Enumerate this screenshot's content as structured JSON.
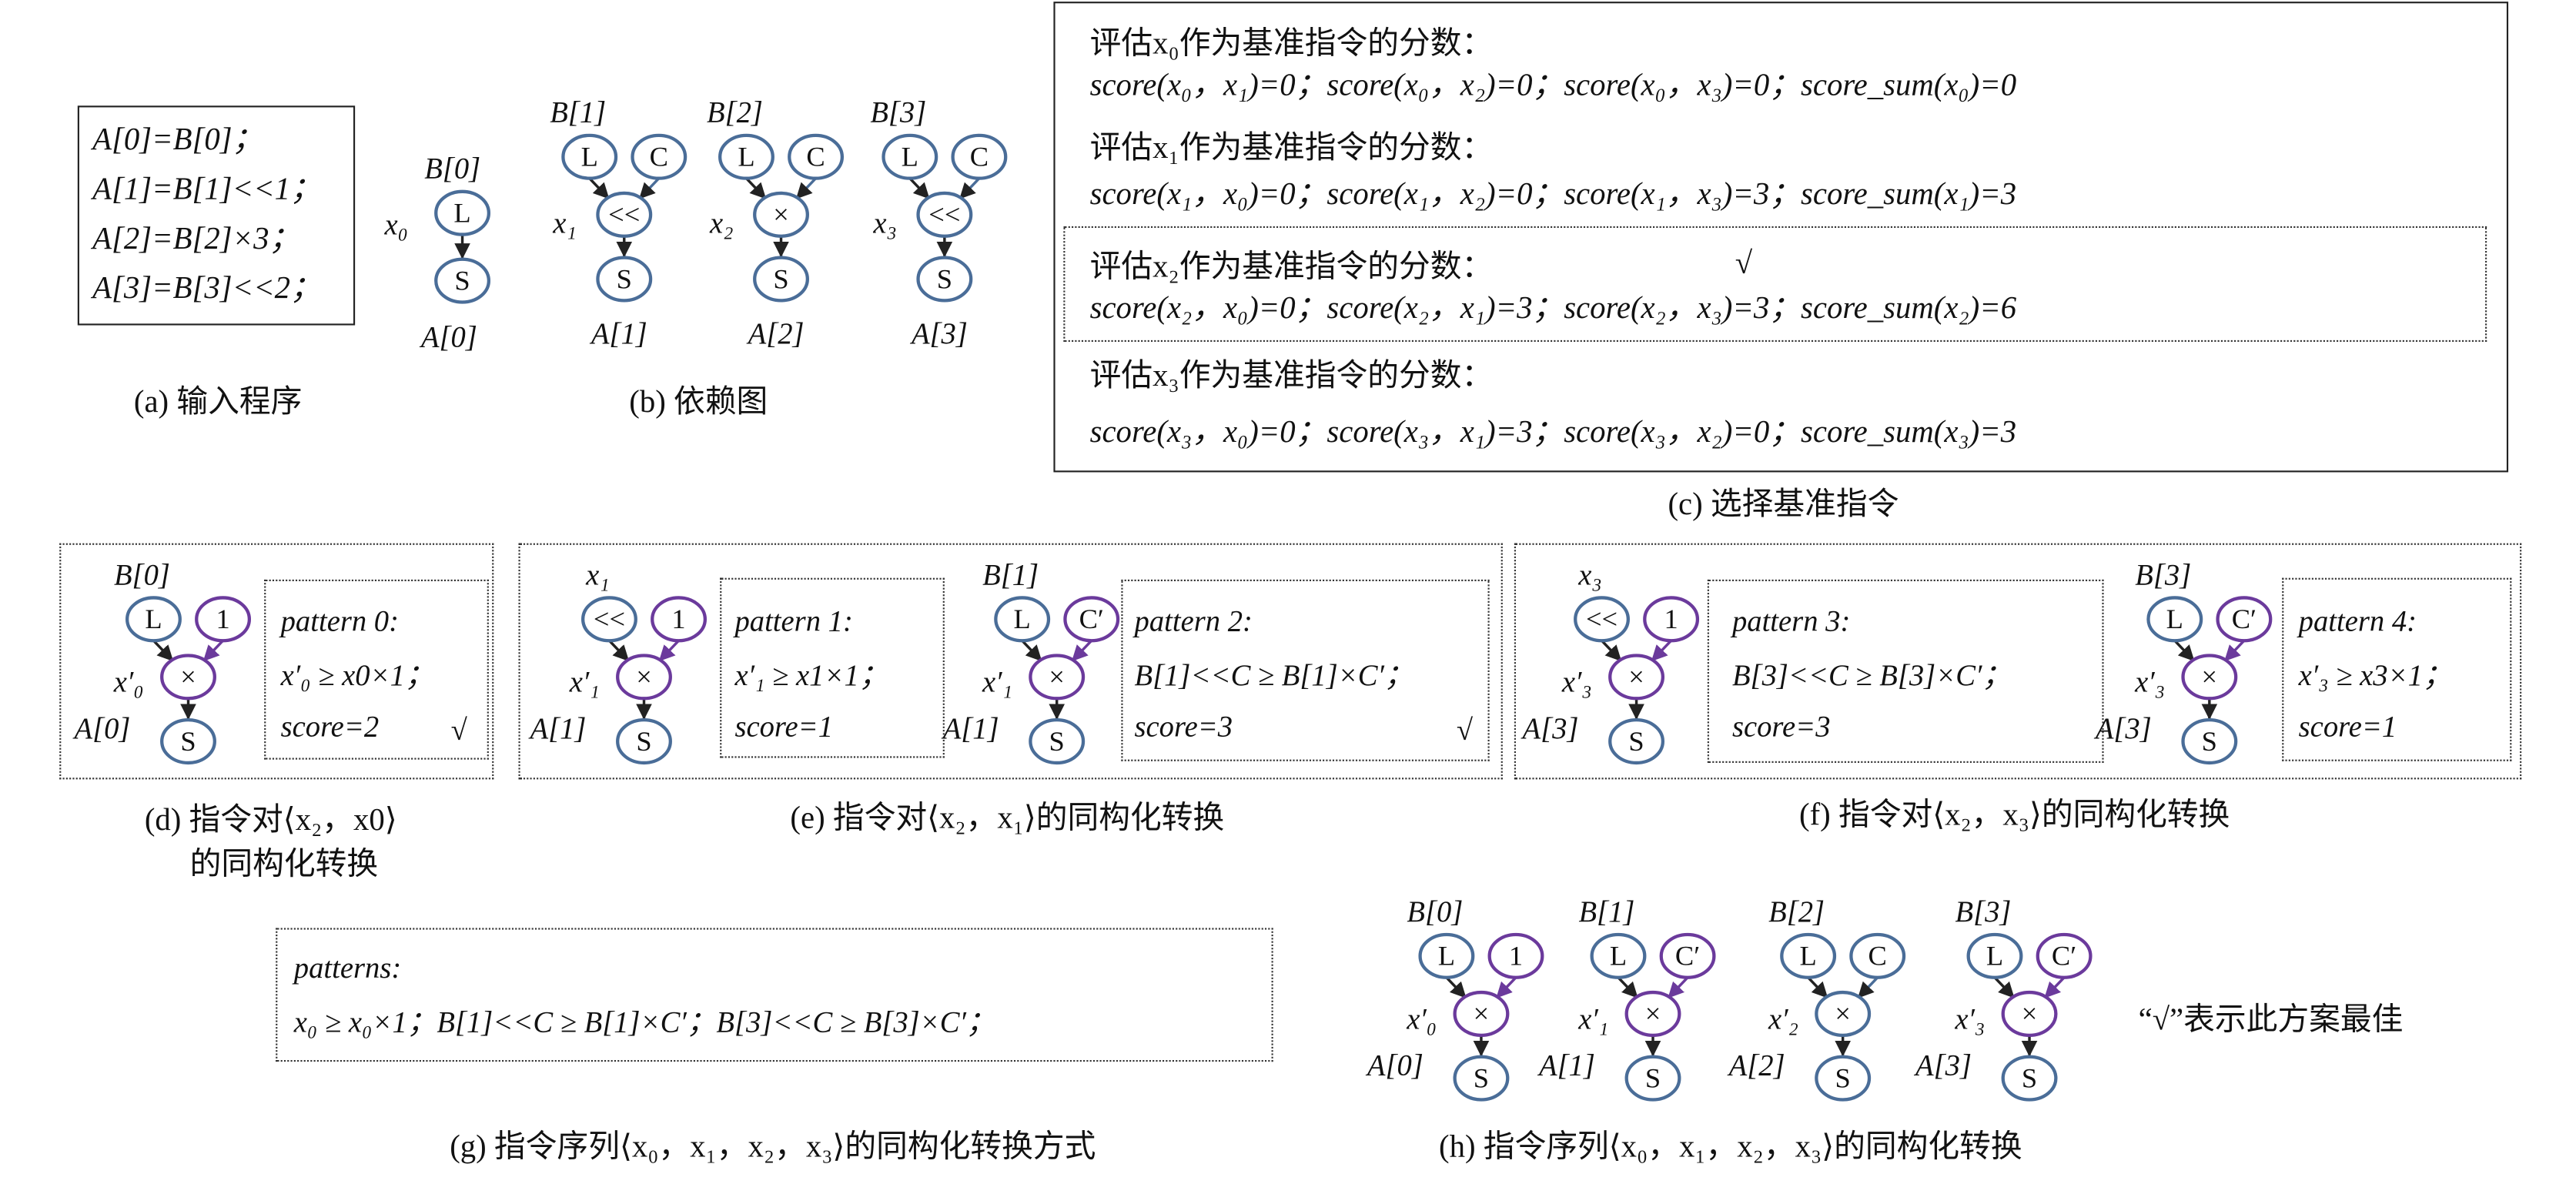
{
  "colors": {
    "blue_node": "#4a6d98",
    "purple_node": "#6b3a9c",
    "arrow": "#222222"
  },
  "panel_a": {
    "lines": [
      "A[0]=B[0]；",
      "A[1]=B[1]<<1；",
      "A[2]=B[2]×3；",
      "A[3]=B[3]<<2；"
    ],
    "caption": "(a)  输入程序"
  },
  "panel_b": {
    "caption": "(b)  依赖图",
    "graphs": [
      {
        "top": "B[0]",
        "op": "L",
        "store": "S",
        "bottom": "A[0]",
        "side": "x₀"
      },
      {
        "top": "B[1]",
        "left": "L",
        "right": "C",
        "op": "<<",
        "store": "S",
        "bottom": "A[1]",
        "side": "x₁"
      },
      {
        "top": "B[2]",
        "left": "L",
        "right": "C",
        "op": "×",
        "store": "S",
        "bottom": "A[2]",
        "side": "x₂"
      },
      {
        "top": "B[3]",
        "left": "L",
        "right": "C",
        "op": "<<",
        "store": "S",
        "bottom": "A[3]",
        "side": "x₃"
      }
    ]
  },
  "panel_c": {
    "lines": [
      "评估x₀作为基准指令的分数：",
      "score(x₀，x₁)=0；score(x₀，x₂)=0；score(x₀，x₃)=0；score_sum(x₀)=0",
      "评估x₁作为基准指令的分数：",
      "score(x₁，x₀)=0；score(x₁，x₂)=0；score(x₁，x₃)=3；score_sum(x₁)=3",
      "评估x₂作为基准指令的分数：",
      "score(x₂，x₀)=0；score(x₂，x₁)=3；score(x₂，x₃)=3；score_sum(x₂)=6",
      "评估x₃作为基准指令的分数：",
      "score(x₃，x₀)=0；score(x₃，x₁)=3；score(x₃，x₂)=0；score_sum(x₃)=3"
    ],
    "check": "√",
    "caption": "(c)  选择基准指令"
  },
  "panel_d": {
    "graphs": [
      {
        "top": "B[0]",
        "left": "L",
        "right": "1",
        "op": "×",
        "store": "S",
        "bottom": "A[0]",
        "side": "x′₀"
      }
    ],
    "patterns": [
      {
        "title": "pattern 0:",
        "rule": "x′₀ ≥ x0×1；",
        "score": "score=2",
        "check": "√"
      }
    ],
    "caption_lines": [
      "(d)  指令对⟨x₂，x0⟩",
      "的同构化转换"
    ]
  },
  "panel_e": {
    "graphs": [
      {
        "top": "x₁",
        "left": "<<",
        "right": "1",
        "op": "×",
        "store": "S",
        "bottom": "A[1]",
        "side": "x′₁"
      },
      {
        "top": "B[1]",
        "left": "L",
        "right": "C′",
        "op": "×",
        "store": "S",
        "bottom": "A[1]",
        "side": "x′₁"
      }
    ],
    "patterns": [
      {
        "title": "pattern 1:",
        "rule": "x′₁ ≥ x1×1；",
        "score": "score=1"
      },
      {
        "title": "pattern 2:",
        "rule": "B[1]<<C ≥ B[1]×C′；",
        "score": "score=3",
        "check": "√"
      }
    ],
    "caption": "(e)  指令对⟨x₂，x₁⟩的同构化转换"
  },
  "panel_f": {
    "graphs": [
      {
        "top": "x₃",
        "left": "<<",
        "right": "1",
        "op": "×",
        "store": "S",
        "bottom": "A[3]",
        "side": "x′₃"
      },
      {
        "top": "B[3]",
        "left": "L",
        "right": "C′",
        "op": "×",
        "store": "S",
        "bottom": "A[3]",
        "side": "x′₃"
      }
    ],
    "patterns": [
      {
        "title": "pattern 3:",
        "rule": "B[3]<<C ≥ B[3]×C′；",
        "score": "score=3"
      },
      {
        "title": "pattern 4:",
        "rule": "x′₃ ≥ x3×1；",
        "score": "score=1"
      }
    ],
    "caption": "(f)  指令对⟨x₂，x₃⟩的同构化转换"
  },
  "panel_g": {
    "title": "patterns:",
    "rule": "x₀ ≥ x₀×1；B[1]<<C ≥ B[1]×C′；B[3]<<C ≥ B[3]×C′；",
    "caption": "(g)  指令序列⟨x₀，x₁，x₂，x₃⟩的同构化转换方式"
  },
  "panel_h": {
    "graphs": [
      {
        "top": "B[0]",
        "left": "L",
        "right": "1",
        "op": "×",
        "store": "S",
        "bottom": "A[0]",
        "side": "x′₀"
      },
      {
        "top": "B[1]",
        "left": "L",
        "right": "C′",
        "op": "×",
        "store": "S",
        "bottom": "A[1]",
        "side": "x′₁"
      },
      {
        "top": "B[2]",
        "left": "L",
        "right": "C",
        "op": "×",
        "store": "S",
        "bottom": "A[2]",
        "side": "x′₂"
      },
      {
        "top": "B[3]",
        "left": "L",
        "right": "C′",
        "op": "×",
        "store": "S",
        "bottom": "A[3]",
        "side": "x′₃"
      }
    ],
    "note": "“√”表示此方案最佳",
    "caption": "(h)  指令序列⟨x₀，x₁，x₂，x₃⟩的同构化转换"
  }
}
